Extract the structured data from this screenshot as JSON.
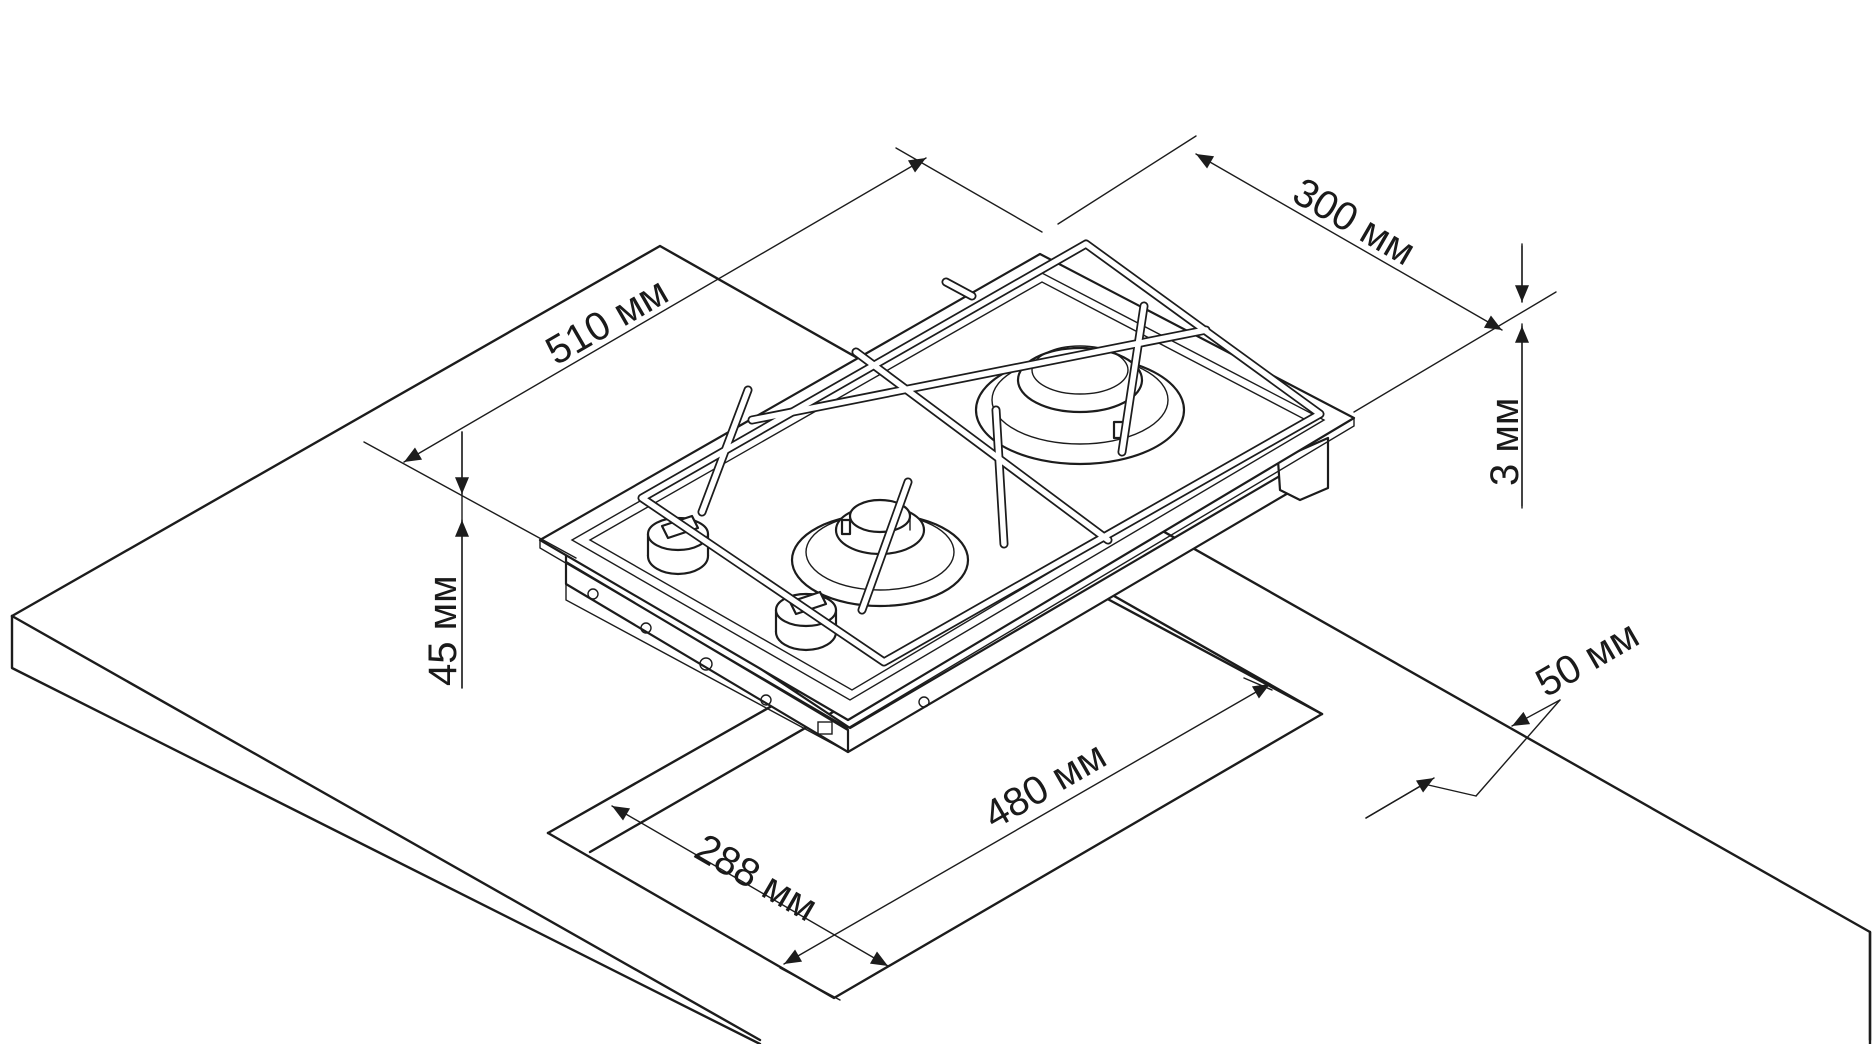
{
  "colors": {
    "line": "#1c1c1c",
    "background": "#ffffff"
  },
  "dimensions": {
    "width_510": "510 мм",
    "depth_300": "300 мм",
    "glass_3": "3 мм",
    "height_45": "45 мм",
    "cutout_480": "480 мм",
    "cutout_288": "288 мм",
    "edge_50": "50 мм"
  }
}
